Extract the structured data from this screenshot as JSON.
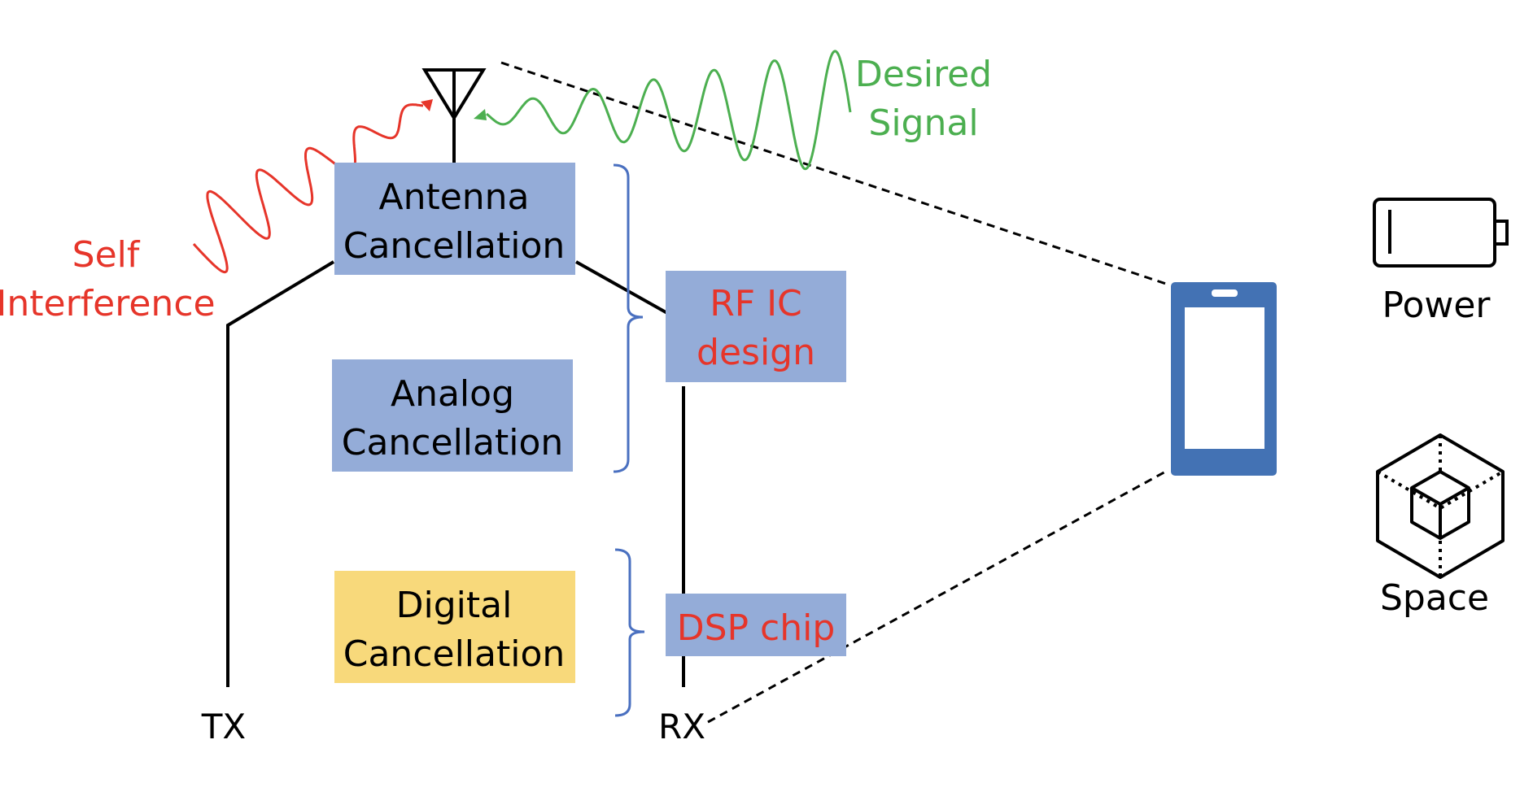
{
  "labels": {
    "self_interference_line1": "Self",
    "self_interference_line2": "Interference",
    "desired_signal_line1": "Desired",
    "desired_signal_line2": "Signal",
    "tx": "TX",
    "rx": "RX",
    "power": "Power",
    "space": "Space"
  },
  "boxes": {
    "antenna_line1": "Antenna",
    "antenna_line2": "Cancellation",
    "analog_line1": "Analog",
    "analog_line2": "Cancellation",
    "digital_line1": "Digital",
    "digital_line2": "Cancellation",
    "rfic_line1": "RF IC",
    "rfic_line2": "design",
    "dsp": "DSP chip"
  },
  "colors": {
    "box_blue": "#94acd8",
    "box_yellow": "#f8d97b",
    "red": "#e6352a",
    "green": "#4caf50",
    "bracket_blue": "#4a70c0",
    "phone_blue": "#4372b4"
  },
  "icons": [
    "antenna-icon",
    "phone-icon",
    "battery-icon",
    "cube-icon"
  ]
}
